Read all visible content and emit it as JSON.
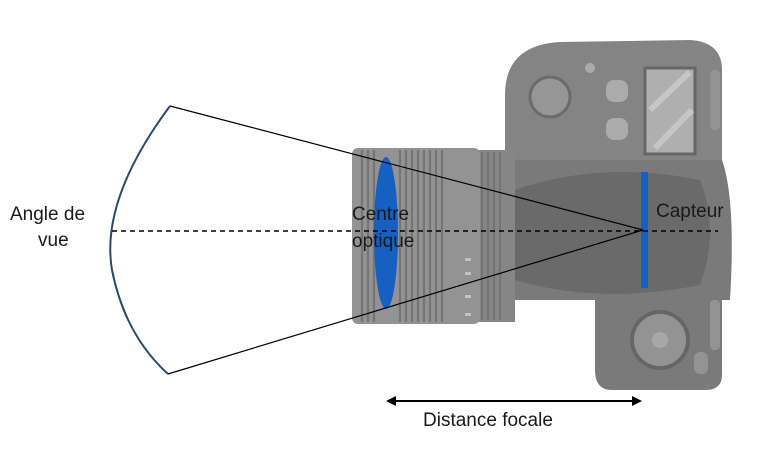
{
  "labels": {
    "angle_line1": "Angle de",
    "angle_line2": "vue",
    "center_line1": "Centre",
    "center_line2": "optique",
    "sensor": "Capteur",
    "focal": "Distance focale"
  },
  "colors": {
    "lens_blue": "#1560c0",
    "sensor_blue": "#1560c0",
    "camera_body": "#6e6e6e",
    "camera_dark": "#555555",
    "camera_light": "#8c8c8c",
    "arc": "#2b4a6b",
    "lines": "#000000"
  }
}
